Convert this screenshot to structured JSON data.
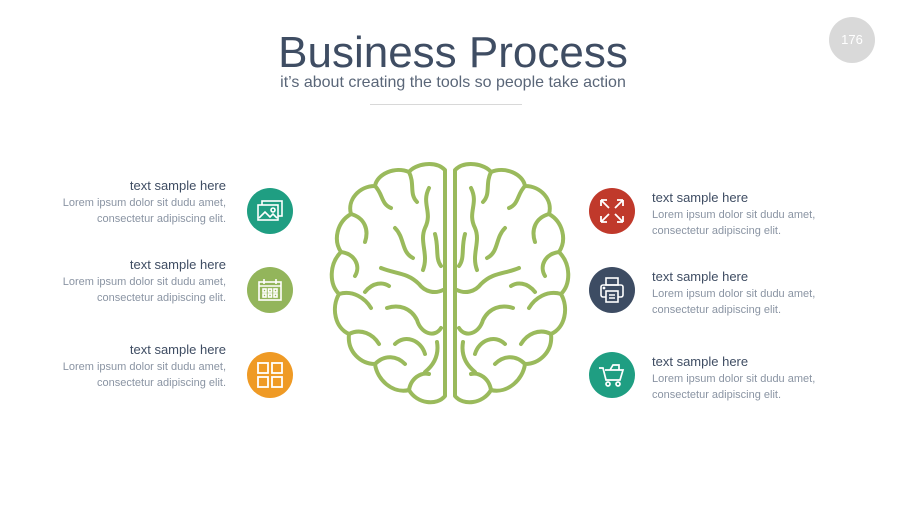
{
  "title": "Business Process",
  "subtitle": "it’s about creating the tools so people take action",
  "page_number": "176",
  "left_items": [
    {
      "heading": "text sample here",
      "line1": "Lorem ipsum dolor sit dudu amet,",
      "line2": "consectetur adipiscing elit.",
      "icon": "image-icon",
      "color": "#1f9e82"
    },
    {
      "heading": "text sample here",
      "line1": "Lorem ipsum dolor sit dudu amet,",
      "line2": "consectetur adipiscing elit.",
      "icon": "calendar-icon",
      "color": "#93b55b"
    },
    {
      "heading": "text sample here",
      "line1": "Lorem ipsum dolor sit dudu amet,",
      "line2": "consectetur adipiscing elit.",
      "icon": "grid-icon",
      "color": "#ef9a25"
    }
  ],
  "right_items": [
    {
      "heading": "text sample here",
      "line1": "Lorem ipsum dolor sit dudu amet,",
      "line2": "consectetur adipiscing elit.",
      "icon": "expand-icon",
      "color": "#c0392b"
    },
    {
      "heading": "text sample here",
      "line1": "Lorem ipsum dolor sit dudu amet,",
      "line2": "consectetur adipiscing elit.",
      "icon": "printer-icon",
      "color": "#3d4c63"
    },
    {
      "heading": "text sample here",
      "line1": "Lorem ipsum dolor sit dudu amet,",
      "line2": "consectetur adipiscing elit.",
      "icon": "cart-icon",
      "color": "#1f9e82"
    }
  ],
  "brain_color": "#9aba5c"
}
